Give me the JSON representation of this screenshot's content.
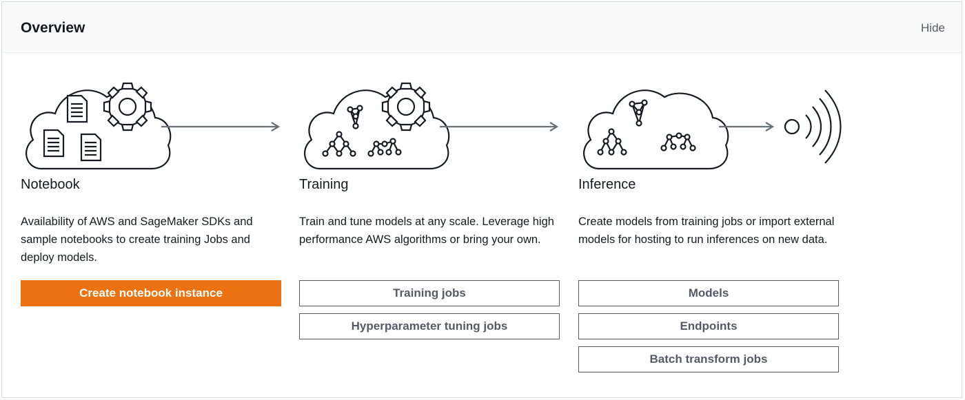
{
  "overview": {
    "title": "Overview",
    "hide_label": "Hide"
  },
  "columns": [
    {
      "heading": "Notebook",
      "icon": "cloud-notebooks-gear-icon",
      "description": "Availability of AWS and SageMaker SDKs and sample notebooks to create training Jobs and deploy models.",
      "buttons": [
        "Create notebook instance"
      ]
    },
    {
      "heading": "Training",
      "icon": "cloud-models-gear-icon",
      "description": "Train and tune models at any scale. Leverage high performance AWS algorithms or bring your own.",
      "buttons": [
        "Training jobs",
        "Hyperparameter tuning jobs"
      ]
    },
    {
      "heading": "Inference",
      "icon": "cloud-models-signal-icon",
      "description": "Create models from training jobs or import external models for hosting to run inferences on new data.",
      "buttons": [
        "Models",
        "Endpoints",
        "Batch transform jobs"
      ]
    }
  ],
  "colors": {
    "primary_button": "#ec7211",
    "secondary_border": "#545b64",
    "arrow": "#687078"
  }
}
